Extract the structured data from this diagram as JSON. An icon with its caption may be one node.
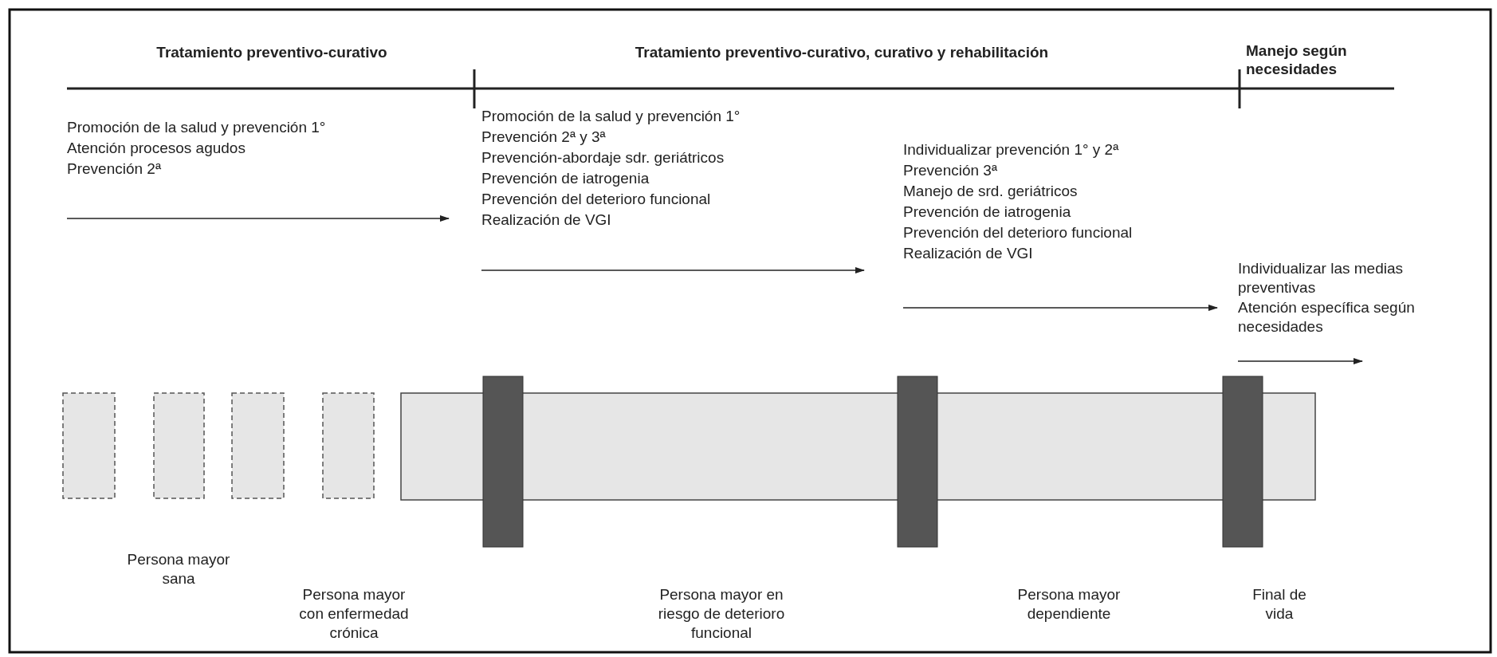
{
  "diagram": {
    "labels": [
      "Tratamiento preventivo-curativo",
      "Tratamiento preventivo-curativo, curativo y rehabilitación",
      "Manejo según necesidades",
      "Promoción de la salud y prevención 1°",
      "Atención procesos agudos",
      "Prevención 2ª",
      "Promoción de la salud y prevención 1°",
      "Prevención 2ª y 3ª",
      "Prevención-abordaje sdr. geriátricos",
      "Prevención de iatrogenia",
      "Prevención del deterioro funcional",
      "Realización de VGI",
      "Individualizar prevención 1° y 2ª",
      "Prevención 3ª",
      "Manejo de srd. geriátricos",
      "Prevención de iatrogenia",
      "Prevención del deterioro funcional",
      "Realización de VGI",
      "Individualizar las medias preventivas",
      "Atención específica según necesidades",
      "Persona mayor sana",
      "Persona mayor con enfermedad crónica",
      "Persona mayor en riesgo de deterioro funcional",
      "Persona mayor dependiente",
      "Final de vida"
    ]
  }
}
